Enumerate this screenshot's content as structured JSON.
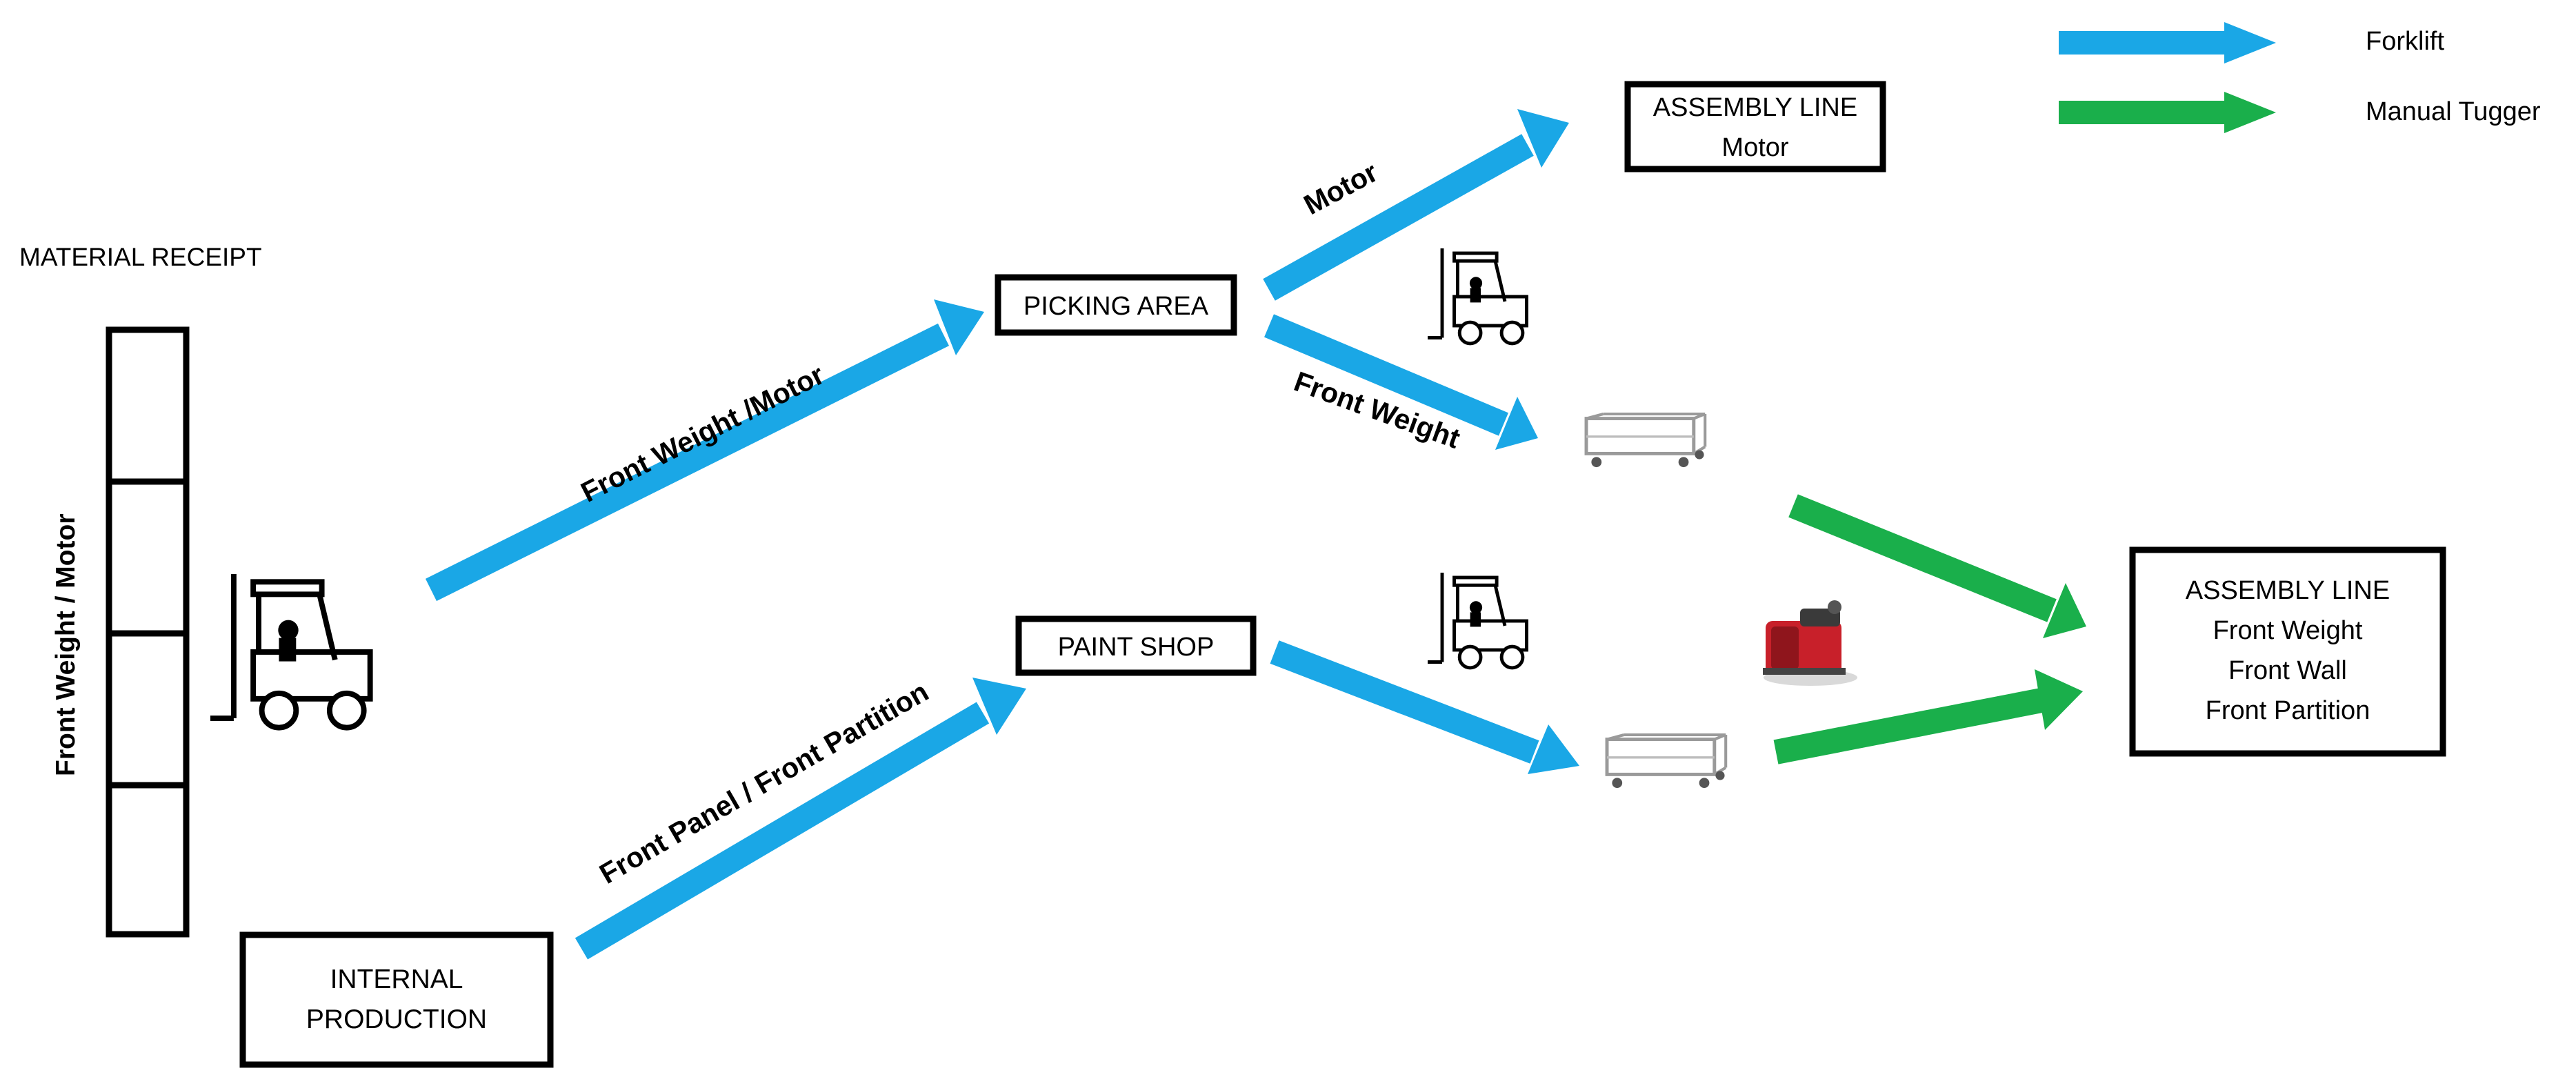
{
  "legend": {
    "forklift_label": "Forklift",
    "tugger_label": "Manual Tugger",
    "forklift_color": "#1aa7e6",
    "tugger_color": "#1aaf4b"
  },
  "nodes": {
    "material_receipt_title": "MATERIAL RECEIPT",
    "material_receipt_rack_label": "Front Weight / Motor",
    "internal_production_line1": "INTERNAL",
    "internal_production_line2": "PRODUCTION",
    "picking_area": "PICKING AREA",
    "paint_shop": "PAINT SHOP",
    "assembly_motor_line1": "ASSEMBLY LINE",
    "assembly_motor_line2": "Motor",
    "assembly_front_line1": "ASSEMBLY LINE",
    "assembly_front_line2": "Front Weight",
    "assembly_front_line3": "Front Wall",
    "assembly_front_line4": "Front Partition"
  },
  "flows": {
    "receipt_to_picking": "Front Weight /Motor",
    "production_to_paint": "Front Panel / Front Partition",
    "picking_to_assembly_motor": "Motor",
    "picking_to_cart": "Front Weight"
  },
  "icons": {
    "forklift": "forklift-icon",
    "cart": "transport-cart-icon",
    "tugger": "manual-tugger-icon"
  }
}
